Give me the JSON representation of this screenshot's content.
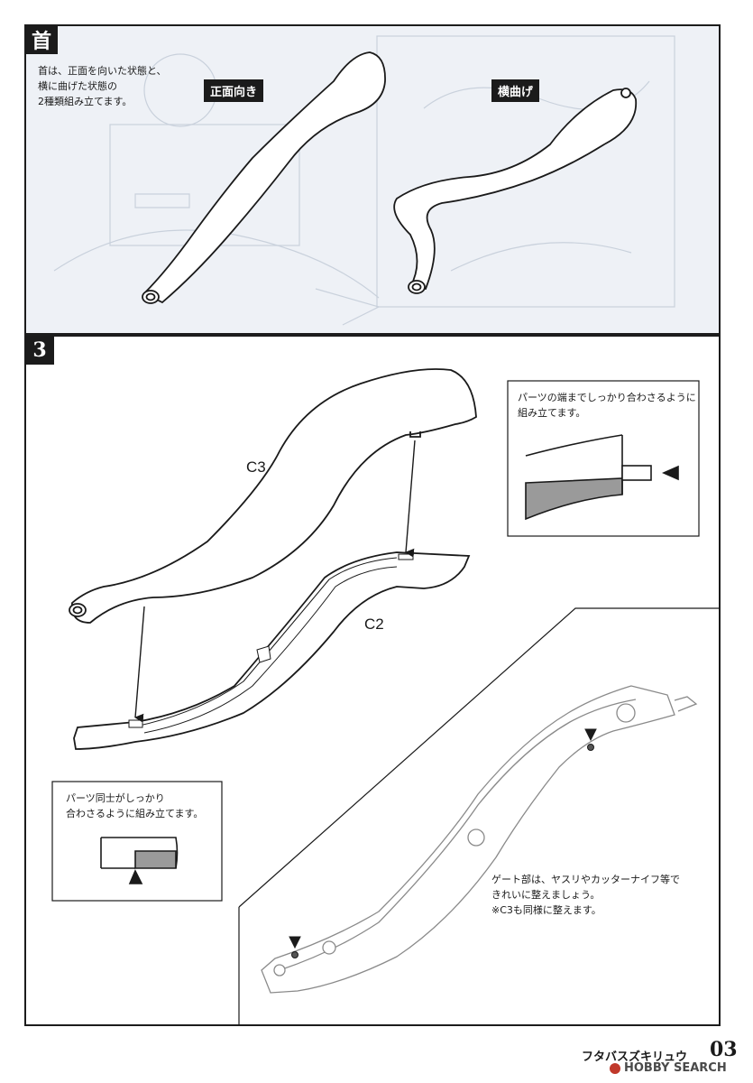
{
  "section_neck": {
    "badge": "首",
    "note": "首は、正面を向いた状態と、\n横に曲げた状態の\n2種類組み立てます。",
    "label_front": "正面向き",
    "label_side": "横曲げ"
  },
  "section_step3": {
    "badge": "3",
    "part_c3": "C3",
    "part_c2": "C2",
    "note_top": "パーツの端までしっかり合わさるように\n組み立てます。",
    "note_bottom": "パーツ同士がしっかり\n合わさるように組み立てます。",
    "note_gate": "ゲート部は、ヤスリやカッターナイフ等で\nきれいに整えましょう。\n※C3も同様に整えます。"
  },
  "footer": {
    "title": "フタバスズキリュウ",
    "page_number": "03",
    "watermark": "HOBBY SEARCH"
  },
  "colors": {
    "ink": "#1b1b1b",
    "bg_panel": "#e9edf3",
    "gray_part": "#9a9a9a"
  }
}
